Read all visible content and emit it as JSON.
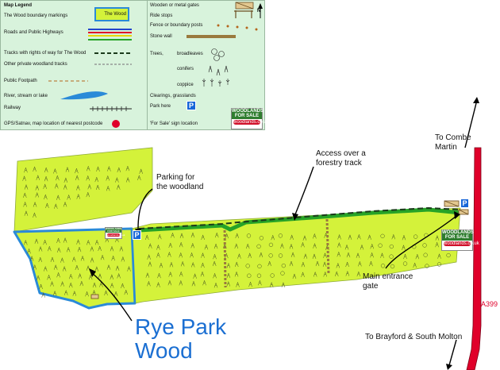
{
  "legend": {
    "title": "Map Legend",
    "left_items": [
      {
        "label": "The Wood boundary markings"
      },
      {
        "label": "Roads and Public Highways"
      },
      {
        "label": "Tracks with rights of way for"
      },
      {
        "label": "Other private woodland tracks"
      },
      {
        "label": "Public Footpath"
      },
      {
        "label": "River, stream or lake"
      },
      {
        "label": "Railway"
      },
      {
        "label": "GPS/Satnav, map location of nearest postcode"
      }
    ],
    "boundary_box_text": "The Wood",
    "tracks_suffix": "The Wood",
    "right_items": [
      {
        "label": "Wooden or metal gates"
      },
      {
        "label": "Ride stops"
      },
      {
        "label": "Fence or boundary posts"
      },
      {
        "label": "Stone wall"
      },
      {
        "label": "Trees,"
      },
      {
        "label": "Clearings, grasslands"
      },
      {
        "label": "Park here"
      },
      {
        "label": "'For Sale'  sign location"
      }
    ],
    "tree_types": [
      "broadleaves",
      "conifers",
      "coppice"
    ],
    "north": "N",
    "park_symbol": "P",
    "sale_sign": {
      "line1": "WOODLANDS",
      "line2": "FOR SALE",
      "url": "woodlands.co.uk"
    }
  },
  "map": {
    "wood_name_line1": "Rye Park",
    "wood_name_line2": "Wood",
    "parking_label_line1": "Parking for",
    "parking_label_line2": "the woodland",
    "access_label_line1": "Access over a",
    "access_label_line2": "forestry track",
    "entrance_label_line1": "Main entrance",
    "entrance_label_line2": "gate",
    "to_north_line1": "To Combe",
    "to_north_line2": "Martin",
    "to_south": "To Brayford & South Molton",
    "road_label": "A399",
    "park_symbol": "P",
    "sale_sign": {
      "line1": "WOODLANDS",
      "line2": "FOR SALE",
      "url": "woodlands.co.uk"
    }
  },
  "colors": {
    "wood_fill": "#d4f23a",
    "boundary_blue": "#2a8ad8",
    "track_green": "#1f9a1f",
    "road_red": "#e0002a",
    "legend_bg": "#d8f3dc",
    "title_blue": "#1b6fd2"
  }
}
